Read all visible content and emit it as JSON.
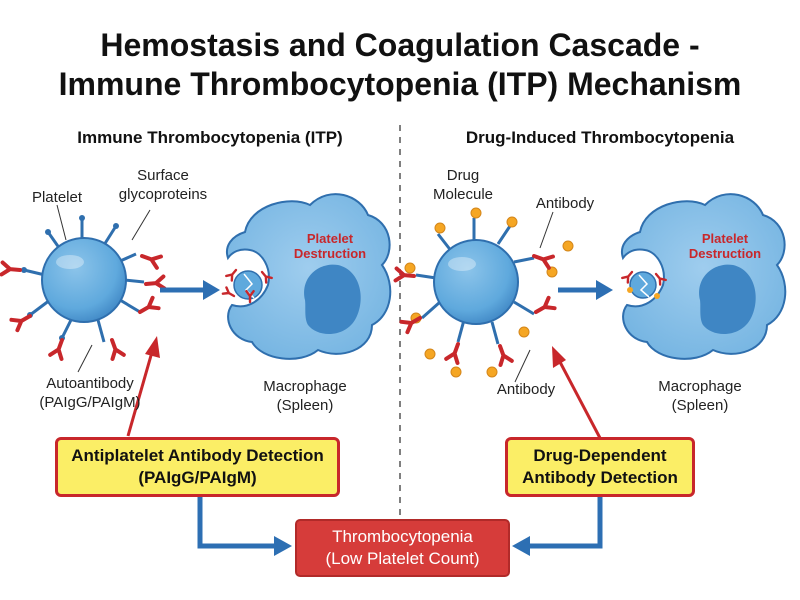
{
  "title_line1": "Hemostasis and Coagulation Cascade -",
  "title_line2": "Immune Thrombocytopenia (ITP) Mechanism",
  "left": {
    "heading": "Immune Thrombocytopenia (ITP)",
    "platelet_label": "Platelet",
    "glyco_label_1": "Surface",
    "glyco_label_2": "glycoproteins",
    "autoantibody_label_1": "Autoantibody",
    "autoantibody_label_2": "(PAIgG/PAIgM)",
    "destruction_1": "Platelet",
    "destruction_2": "Destruction",
    "macrophage_1": "Macrophage",
    "macrophage_2": "(Spleen)",
    "detection_box_1": "Antiplatelet Antibody Detection",
    "detection_box_2": "(PAIgG/PAIgM)"
  },
  "right": {
    "heading": "Drug-Induced Thrombocytopenia",
    "drug_label_1": "Drug",
    "drug_label_2": "Molecule",
    "antibody_top_label": "Antibody",
    "antibody_bottom_label": "Antibody",
    "destruction_1": "Platelet",
    "destruction_2": "Destruction",
    "macrophage_1": "Macrophage",
    "macrophage_2": "(Spleen)",
    "detection_box_1": "Drug-Dependent",
    "detection_box_2": "Antibody Detection"
  },
  "result_box_1": "Thrombocytopenia",
  "result_box_2": "(Low Platelet Count)",
  "colors": {
    "cell_fill": "#5fa9dd",
    "cell_dark": "#2f6fae",
    "antibody_red": "#c8272b",
    "arrow_blue": "#2d6fb3",
    "arrow_red": "#c8272b",
    "drug_orange": "#f5a623",
    "box_yellow": "#fbee66",
    "box_red": "#d63c3a"
  }
}
